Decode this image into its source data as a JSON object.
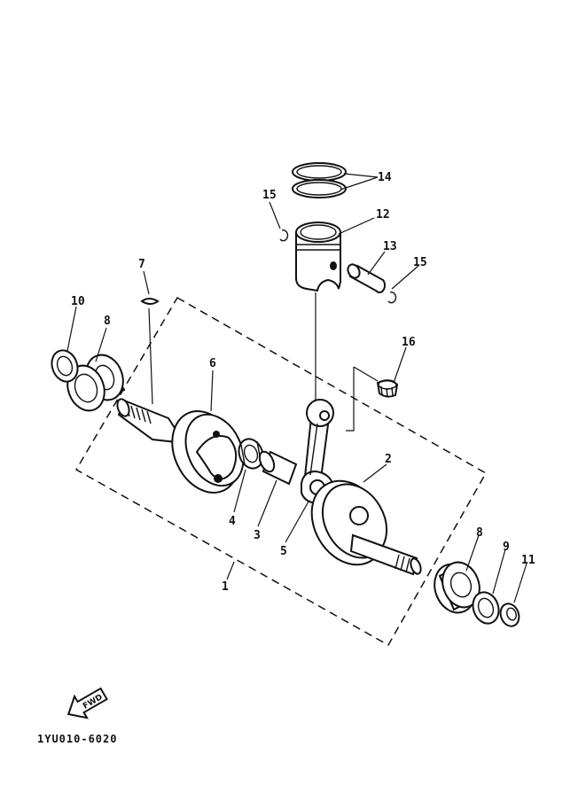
{
  "diagram": {
    "figure_code": "1YU010-6020",
    "fwd_label": "FWD",
    "callouts": [
      {
        "id": "1",
        "text": "1"
      },
      {
        "id": "2",
        "text": "2"
      },
      {
        "id": "3",
        "text": "3"
      },
      {
        "id": "4",
        "text": "4"
      },
      {
        "id": "5",
        "text": "5"
      },
      {
        "id": "6",
        "text": "6"
      },
      {
        "id": "7",
        "text": "7"
      },
      {
        "id": "8a",
        "text": "8"
      },
      {
        "id": "8b",
        "text": "8"
      },
      {
        "id": "9",
        "text": "9"
      },
      {
        "id": "10",
        "text": "10"
      },
      {
        "id": "11",
        "text": "11"
      },
      {
        "id": "12",
        "text": "12"
      },
      {
        "id": "13",
        "text": "13"
      },
      {
        "id": "14",
        "text": "14"
      },
      {
        "id": "15a",
        "text": "15"
      },
      {
        "id": "15b",
        "text": "15"
      },
      {
        "id": "16",
        "text": "16"
      }
    ]
  }
}
